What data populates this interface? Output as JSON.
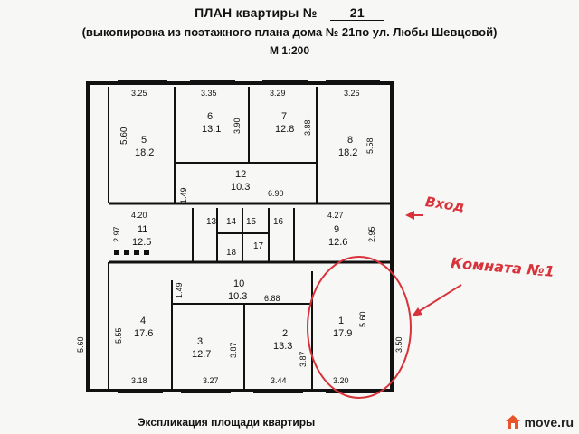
{
  "header": {
    "title": "ПЛАН квартиры №",
    "number": "21",
    "subtitle": "(выкопировка из поэтажного плана дома № 21по ул. Любы Шевцовой)",
    "scale": "М 1:200"
  },
  "rooms": [
    {
      "id": "5",
      "area": "18.2",
      "dim_top": "3.25",
      "dim_side": "5.60"
    },
    {
      "id": "6",
      "area": "13.1",
      "dim_top": "3.35",
      "dim_side": "3.90"
    },
    {
      "id": "7",
      "area": "12.8",
      "dim_top": "3.29",
      "dim_side": "3.88"
    },
    {
      "id": "8",
      "area": "18.2",
      "dim_top": "3.26",
      "dim_side": "5.58"
    },
    {
      "id": "12",
      "area": "10.3",
      "dim_side": "1.49",
      "dim_len": "6.90"
    },
    {
      "id": "11",
      "area": "12.5",
      "dim_top": "4.20",
      "dim_side": "2.97"
    },
    {
      "id": "13"
    },
    {
      "id": "14"
    },
    {
      "id": "15"
    },
    {
      "id": "16"
    },
    {
      "id": "17"
    },
    {
      "id": "18"
    },
    {
      "id": "9",
      "area": "12.6",
      "dim_top": "4.27",
      "dim_side": "2.95"
    },
    {
      "id": "10",
      "area": "10.3",
      "dim_side": "1.49",
      "dim_len": "6.88"
    },
    {
      "id": "4",
      "area": "17.6",
      "dim_side": "5.55",
      "dim_bottom": "3.18"
    },
    {
      "id": "3",
      "area": "12.7",
      "dim_side": "3.87",
      "dim_bottom": "3.27"
    },
    {
      "id": "2",
      "area": "13.3",
      "dim_side": "3.87",
      "dim_bottom": "3.44"
    },
    {
      "id": "1",
      "area": "17.9",
      "dim_side": "5.60",
      "dim_bottom": "3.20"
    }
  ],
  "other_labels": {
    "left_wall": "5.60",
    "right_wall": "3.50"
  },
  "annotations": {
    "entry": "Вход",
    "room": "Комната №1"
  },
  "footer": "Экспликация площади квартиры",
  "brand": {
    "name": "move.ru",
    "color": "#e8552b"
  },
  "colors": {
    "ink": "#111111",
    "annotation": "#d8323a",
    "paper": "#f7f7f5"
  }
}
